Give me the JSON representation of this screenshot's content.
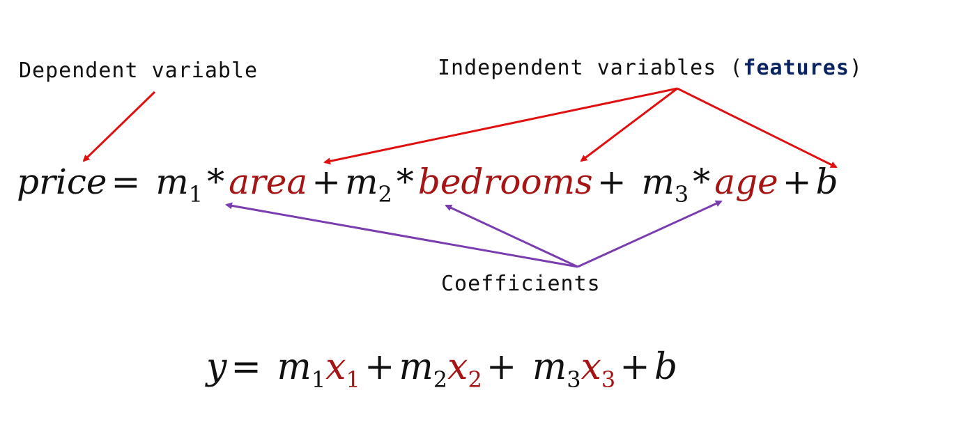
{
  "colors": {
    "text": "#111111",
    "feature": "#a51515",
    "feature_arrow": "#e01010",
    "coefficient_arrow": "#7a3db0",
    "highlight_word": "#0b2460"
  },
  "labels": {
    "dependent": "Dependent variable",
    "independent_prefix": "Independent variables (",
    "independent_bold": "features",
    "independent_suffix": ")",
    "coefficients": "Coefficients"
  },
  "equation": {
    "lhs": "price",
    "eq": "=",
    "times": "*",
    "plus": "+",
    "coef_symbol": "m",
    "coef_subs": [
      "1",
      "2",
      "3"
    ],
    "features": [
      "area",
      "bedrooms",
      "age"
    ],
    "intercept": "b"
  },
  "general_equation": {
    "lhs": "y",
    "eq": "=",
    "plus": "+",
    "coef_symbol": "m",
    "var_symbol": "x",
    "subs": [
      "1",
      "2",
      "3"
    ],
    "intercept": "b"
  }
}
